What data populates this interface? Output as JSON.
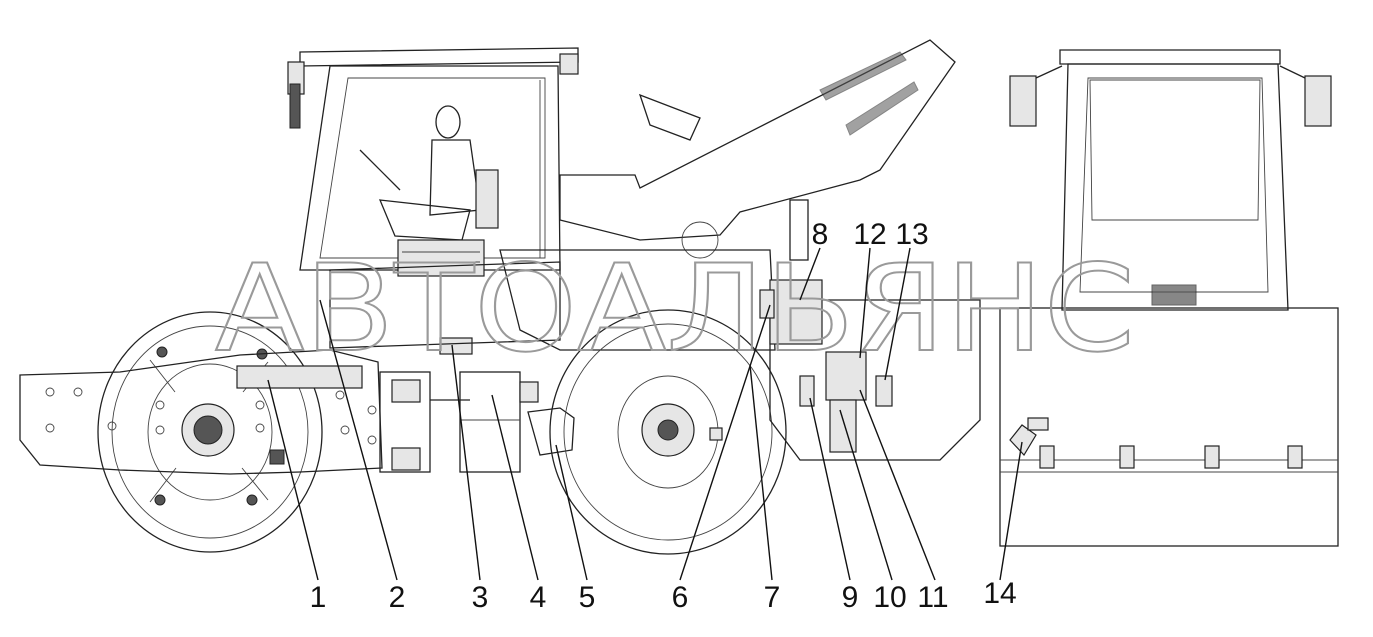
{
  "watermark": "АВТОАЛЬЯНС",
  "callouts": [
    {
      "id": "1",
      "label": "1"
    },
    {
      "id": "2",
      "label": "2"
    },
    {
      "id": "3",
      "label": "3"
    },
    {
      "id": "4",
      "label": "4"
    },
    {
      "id": "5",
      "label": "5"
    },
    {
      "id": "6",
      "label": "6"
    },
    {
      "id": "7",
      "label": "7"
    },
    {
      "id": "8",
      "label": "8"
    },
    {
      "id": "9",
      "label": "9"
    },
    {
      "id": "10",
      "label": "10"
    },
    {
      "id": "11",
      "label": "11"
    },
    {
      "id": "12",
      "label": "12"
    },
    {
      "id": "13",
      "label": "13"
    },
    {
      "id": "14",
      "label": "14"
    }
  ]
}
